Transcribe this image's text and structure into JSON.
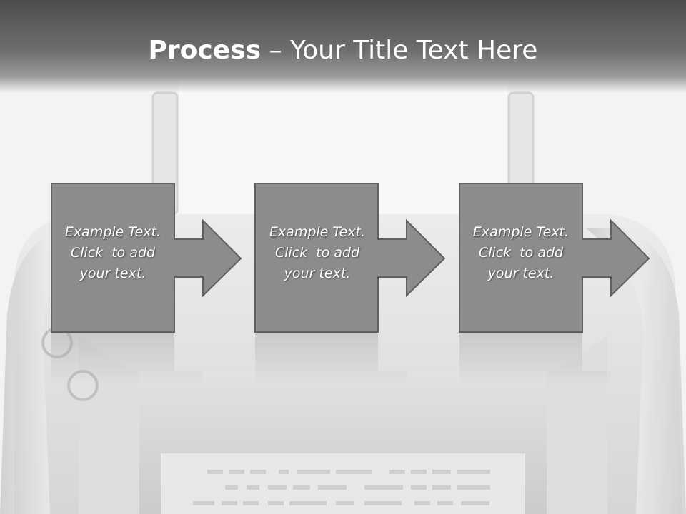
{
  "slide": {
    "title_bold": "Process",
    "title_rest": " – Your Title Text Here"
  },
  "steps": [
    {
      "line1": "Example Text.",
      "line2": "Click  to add",
      "line3": "your text."
    },
    {
      "line1": "Example Text.",
      "line2": "Click  to add",
      "line3": "your text."
    },
    {
      "line1": "Example Text.",
      "line2": "Click  to add",
      "line3": "your text."
    }
  ],
  "colors": {
    "title_bar": "#4d4d4d",
    "box_fill": "#8c8c8c",
    "box_stroke": "#5f5f5f",
    "text": "#ffffff"
  }
}
